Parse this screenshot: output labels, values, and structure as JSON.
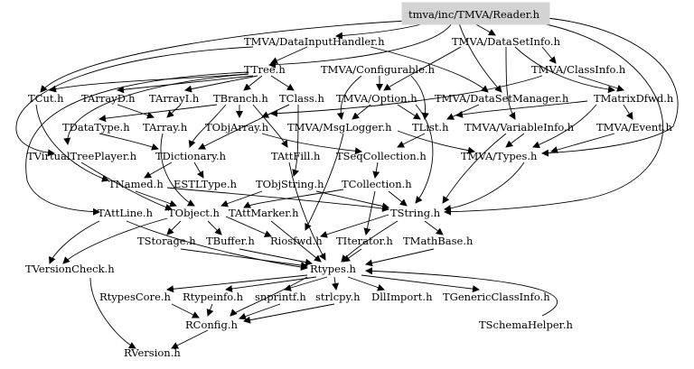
{
  "graph": {
    "root": "tmva/inc/TMVA/Reader.h",
    "nodes": {
      "reader": "tmva/inc/TMVA/Reader.h",
      "datainput": "TMVA/DataInputHandler.h",
      "datasetinfo": "TMVA/DataSetInfo.h",
      "ttree": "TTree.h",
      "configurable": "TMVA/Configurable.h",
      "classinfo": "TMVA/ClassInfo.h",
      "tcut": "TCut.h",
      "tarrayd": "TArrayD.h",
      "tarrayi": "TArrayI.h",
      "tbranch": "TBranch.h",
      "tclass": "TClass.h",
      "option": "TMVA/Option.h",
      "datasetmgr": "TMVA/DataSetManager.h",
      "matrixdfwd": "TMatrixDfwd.h",
      "tdatatype": "TDataType.h",
      "tarray": "TArray.h",
      "tobjarray": "TObjArray.h",
      "msglogger": "TMVA/MsgLogger.h",
      "tlist": "TList.h",
      "variableinfo": "TMVA/VariableInfo.h",
      "event": "TMVA/Event.h",
      "tvirtualtree": "TVirtualTreePlayer.h",
      "tdictionary": "TDictionary.h",
      "tattfill": "TAttFill.h",
      "tseqcollection": "TSeqCollection.h",
      "types": "TMVA/Types.h",
      "tnamed": "TNamed.h",
      "estltype": "ESTLType.h",
      "tobjstring": "TObjString.h",
      "tcollection": "TCollection.h",
      "tattline": "TAttLine.h",
      "tobject": "TObject.h",
      "tattmarker": "TAttMarker.h",
      "tstring": "TString.h",
      "tstorage": "TStorage.h",
      "tbuffer": "TBuffer.h",
      "riosfwd": "Riosfwd.h",
      "titerator": "TIterator.h",
      "tmathbase": "TMathBase.h",
      "tversioncheck": "TVersionCheck.h",
      "rtypes": "Rtypes.h",
      "rtypescore": "RtypesCore.h",
      "rtypeinfo": "Rtypeinfo.h",
      "snprintf": "snprintf.h",
      "strlcpy": "strlcpy.h",
      "dllimport": "DllImport.h",
      "tgenericclassinfo": "TGenericClassInfo.h",
      "rconfig": "RConfig.h",
      "tschemahelper": "TSchemaHelper.h",
      "rversion": "RVersion.h"
    }
  }
}
